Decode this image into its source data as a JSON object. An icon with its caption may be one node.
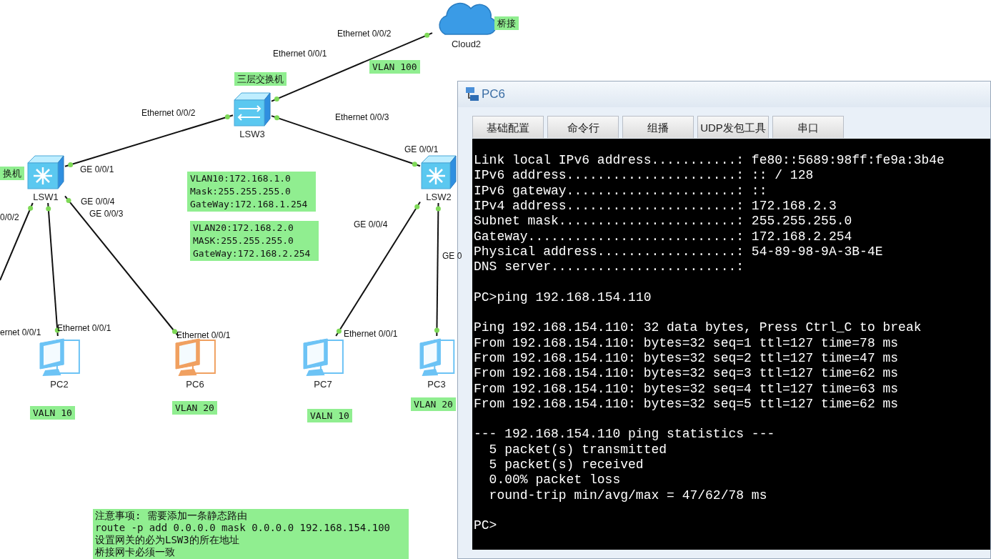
{
  "diagram": {
    "nodes": [
      {
        "text": [
          "Cloud2"
        ],
        "beside": [
          "桥接"
        ]
      },
      {
        "text": [
          "LSW3"
        ],
        "beside": [
          "三层交换机"
        ]
      },
      {
        "text": [
          "LSW1"
        ],
        "beside": [
          "换机"
        ]
      },
      {
        "text": [
          "LSW2"
        ]
      },
      {
        "text": [
          "PC2"
        ],
        "beside": [
          "VALN 10"
        ]
      },
      {
        "text": [
          "PC6"
        ],
        "beside": [
          "VLAN 20"
        ]
      },
      {
        "text": [
          "PC7"
        ],
        "beside": [
          "VALN 10"
        ]
      },
      {
        "text": [
          "PC3"
        ],
        "beside": [
          "VLAN 20"
        ]
      }
    ],
    "edges": [
      {
        "from": 1,
        "to": 0,
        "arrow": "none"
      },
      {
        "from": 1,
        "to": 2,
        "arrow": "none"
      },
      {
        "from": 1,
        "to": 3,
        "arrow": "none"
      },
      {
        "from": 2,
        "to": null,
        "arrow": "none"
      },
      {
        "from": 2,
        "to": 4,
        "arrow": "none"
      },
      {
        "from": 2,
        "to": 5,
        "arrow": "none"
      },
      {
        "from": 3,
        "to": 6,
        "arrow": "none"
      },
      {
        "from": 3,
        "to": 7,
        "arrow": "none"
      }
    ],
    "labels": [
      "Ethernet 0/0/2",
      "Ethernet 0/0/1",
      "VLAN 100",
      "Ethernet 0/0/2",
      "Ethernet 0/0/3",
      "GE 0/0/1",
      "GE 0/0/1",
      "VLAN10:172.168.1.0 Mask:255.255.255.0 GateWay:172.168.1.254",
      "GE 0/0/4",
      "0/0/2",
      "GE 0/0/3",
      "VLAN20:172.168.2.0 MASK:255.255.255.0 GateWay:172.168.2.254",
      "GE 0/0/4",
      "GE 0",
      "ernet 0/0/1",
      "Ethernet 0/0/1",
      "Ethernet 0/0/1",
      "Ethernet 0/0/1",
      "PC6",
      "基础配置",
      "命令行",
      "组播",
      "UDP发包工具",
      "串口",
      "Link local IPv6 address...........: fe80::5689:98ff:fe9a:3b4e",
      "IPv6 address......................: :: / 128",
      "IPv6 gateway......................: ::",
      "IPv4 address......................: 172.168.2.3",
      "Subnet mask.......................: 255.255.255.0",
      "Gateway...........................: 172.168.2.254",
      "Physical address..................: 54-89-98-9A-3B-4E",
      "DNS server........................:",
      "PC>ping 192.168.154.110",
      "Ping 192.168.154.110: 32 data bytes, Press Ctrl_C to break",
      "From 192.168.154.110: bytes=32 seq=1 ttl=127 time=78 ms",
      "From 192.168.154.110: bytes=32 seq=2 ttl=127 time=47 ms",
      "From 192.168.154.110: bytes=32 seq=3 ttl=127 time=62 ms",
      "From 192.168.154.110: bytes=32 seq=4 ttl=127 time=63 ms",
      "From 192.168.154.110: bytes=32 seq=5 ttl=127 time=62 ms",
      "--- 192.168.154.110 ping statistics ---",
      "5 packet(s) transmitted",
      "5 packet(s) received",
      "0.00% packet loss",
      "round-trip min/avg/max = 47/62/78 ms",
      "PC>",
      "注意事项: 需要添加一条静态路由",
      "route -p add 0.0.0.0 mask 0.0.0.0 192.168.154.100",
      "设置网关的必为LSW3的所在地址",
      "桥接网卡必须一致"
    ]
  }
}
